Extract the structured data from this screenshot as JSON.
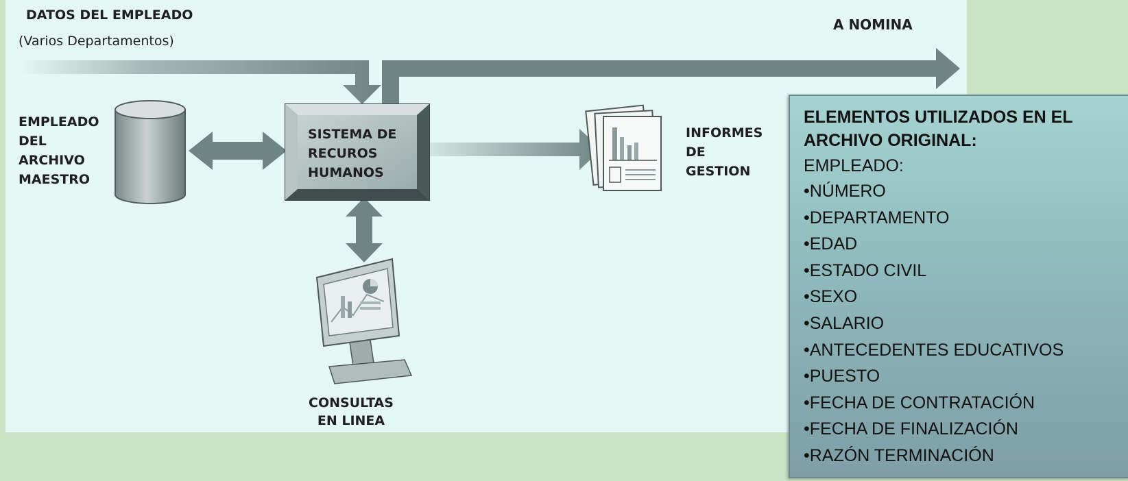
{
  "diagram": {
    "input_label_line1": "DATOS DEL EMPLEADO",
    "input_label_line2": "(Varios Departamentos)",
    "output_label": "A NOMINA",
    "master_file_label": [
      "EMPLEADO",
      "DEL",
      "ARCHIVO",
      "MAESTRO"
    ],
    "system_label": [
      "SISTEMA DE",
      "RECUROS",
      "HUMANOS"
    ],
    "reports_label": [
      "INFORMES",
      "DE",
      "GESTION"
    ],
    "queries_label": [
      "CONSULTAS",
      "EN LINEA"
    ]
  },
  "legend": {
    "title": "ELEMENTOS UTILIZADOS EN EL ARCHIVO ORIGINAL:",
    "subtitle": "EMPLEADO:",
    "items": [
      "•NÚMERO",
      "•DEPARTAMENTO",
      "•EDAD",
      "•ESTADO CIVIL",
      "•SEXO",
      "•SALARIO",
      "•ANTECEDENTES EDUCATIVOS",
      "•PUESTO",
      "•FECHA DE CONTRATACIÓN",
      "•FECHA DE FINALIZACIÓN",
      "•RAZÓN TERMINACIÓN"
    ]
  },
  "colors": {
    "background": "#c9e5c5",
    "diagram_panel": "#e4f7f5",
    "arrow": "#6f8583",
    "legend_box": "#8fbabd"
  },
  "icons": [
    "database-cylinder-icon",
    "report-documents-icon",
    "computer-monitor-icon"
  ]
}
